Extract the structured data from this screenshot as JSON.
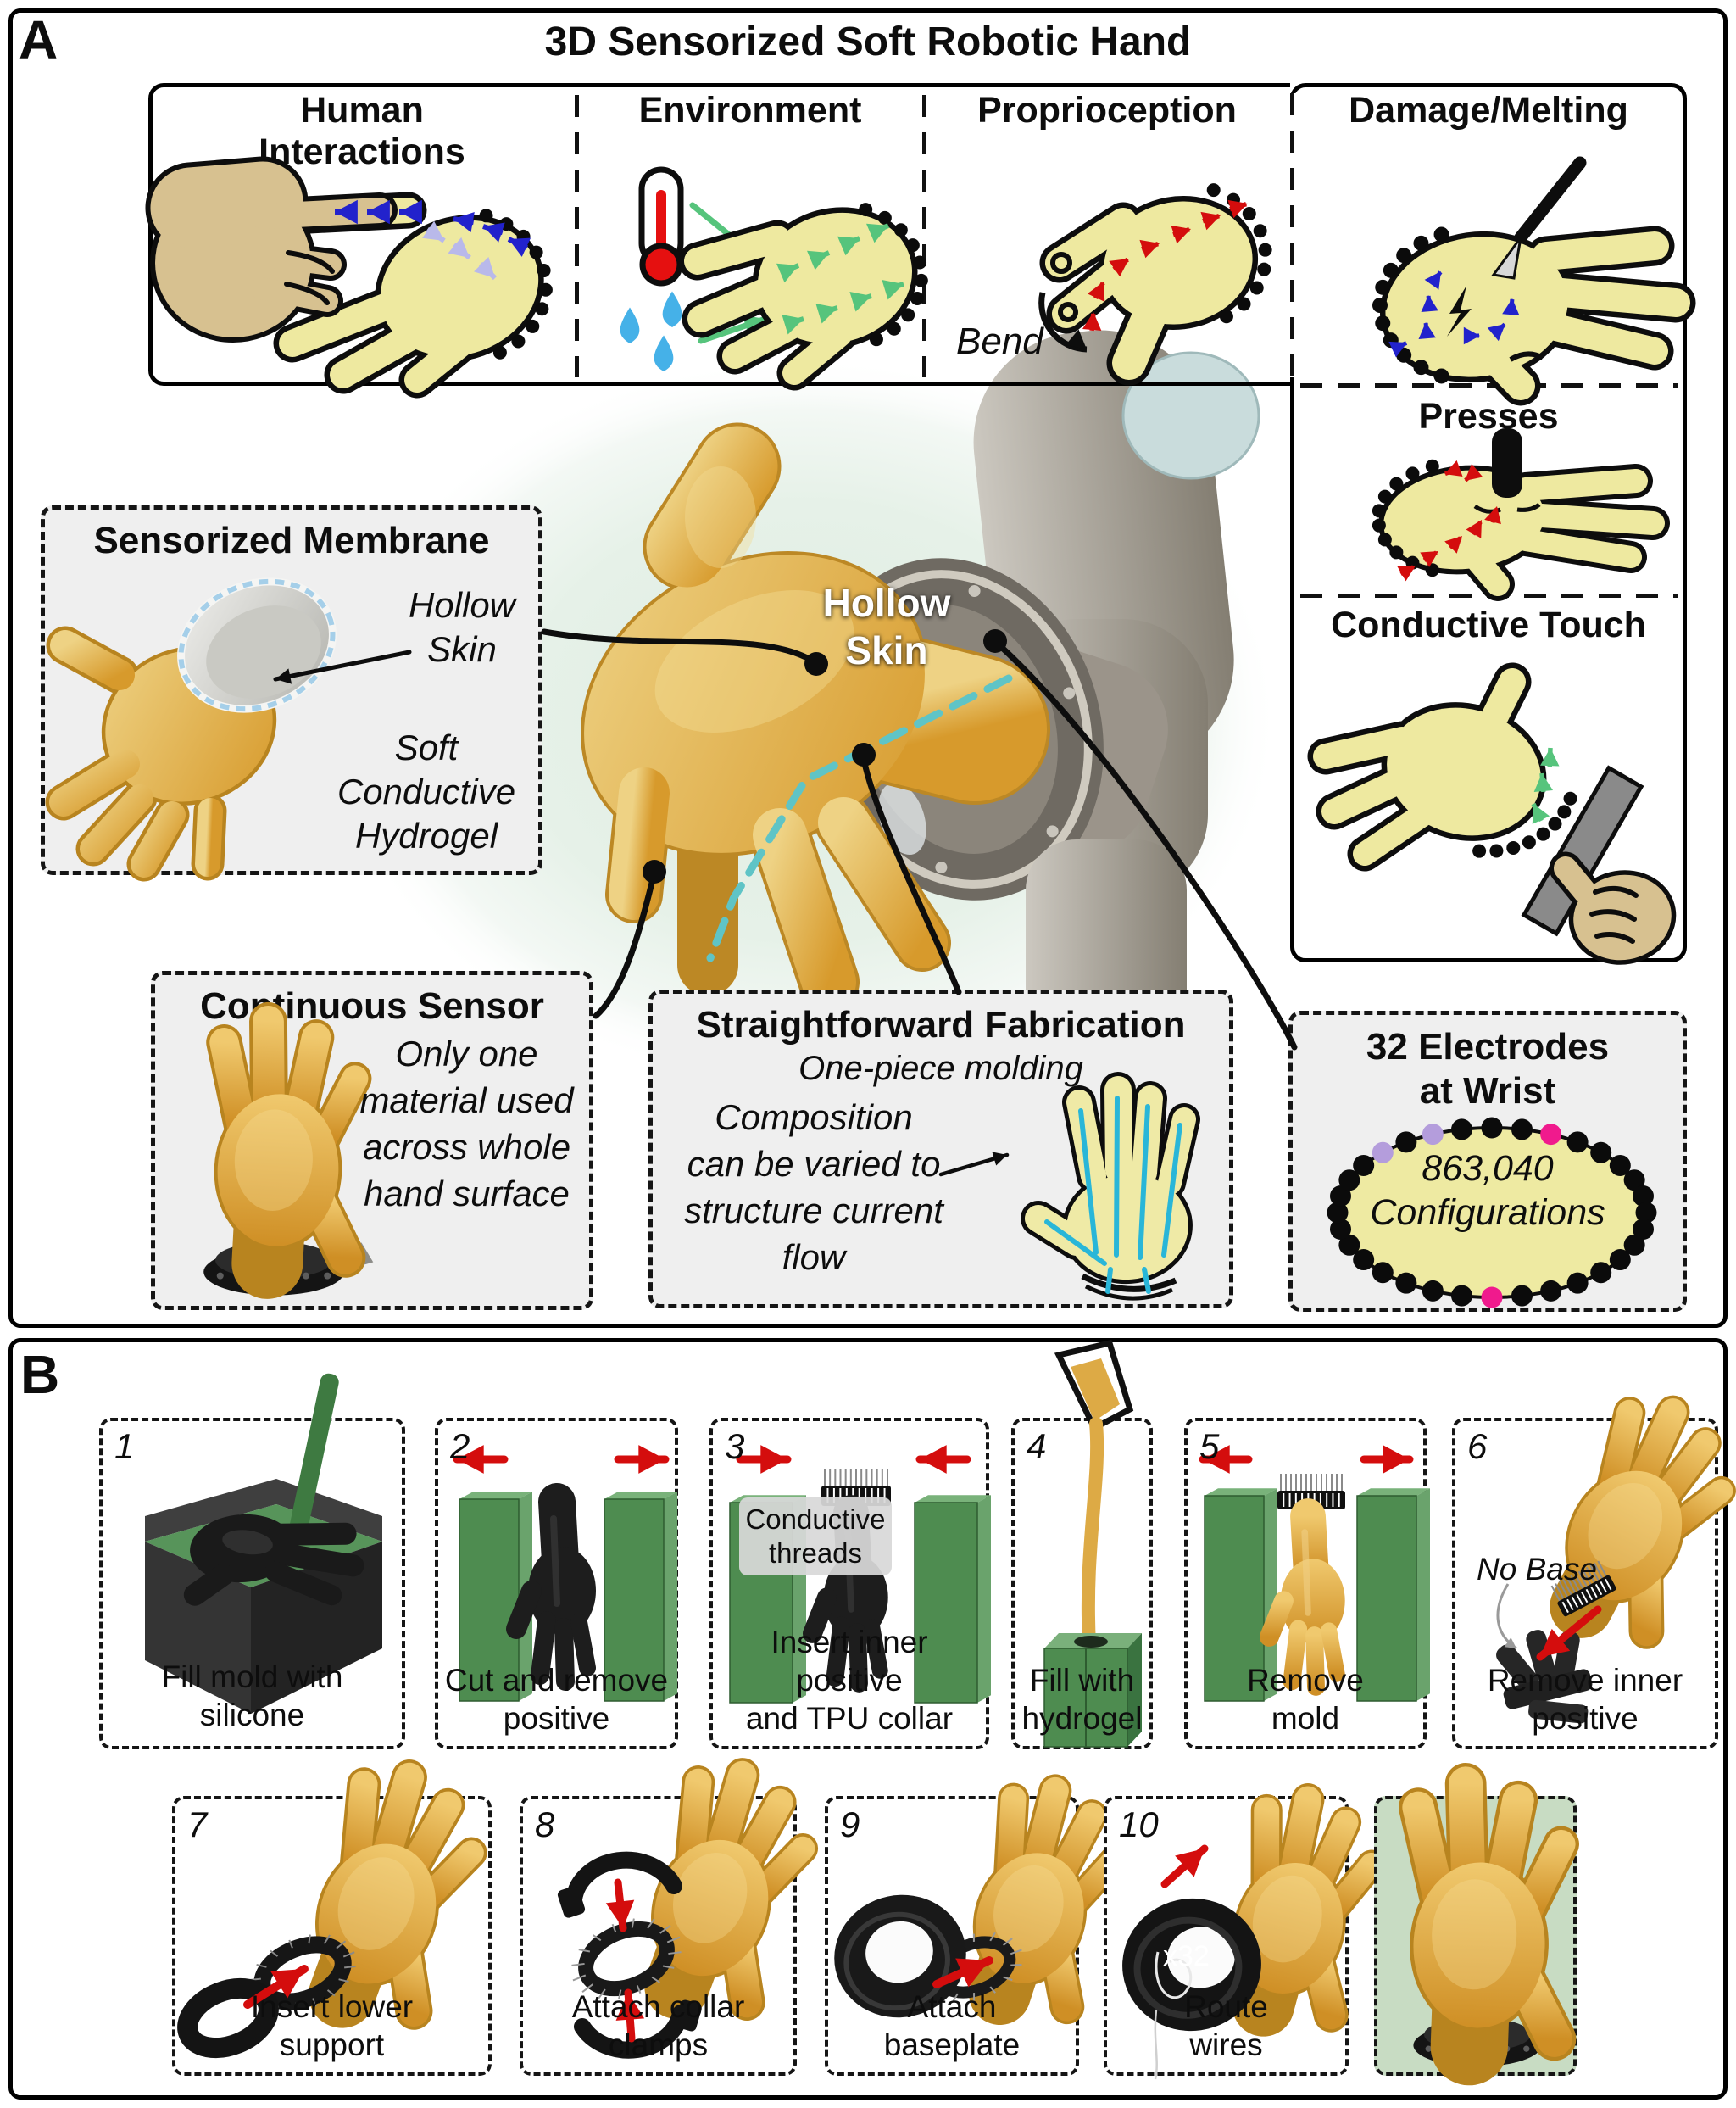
{
  "panel_a": {
    "label": "A",
    "title": "3D Sensorized Soft Robotic Hand",
    "sections": {
      "human_interactions": "Human Interactions",
      "environment": "Environment",
      "proprioception": "Proprioception",
      "damage_melting": "Damage/Melting",
      "presses": "Presses",
      "conductive_touch": "Conductive Touch"
    },
    "bend_label": "Bend",
    "photo_label": "Hollow\nSkin",
    "sensorized_membrane": {
      "title": "Sensorized Membrane",
      "hollow_skin": "Hollow\nSkin",
      "hydrogel": "Soft\nConductive\nHydrogel"
    },
    "continuous_sensor": {
      "title": "Continuous Sensor",
      "body": "Only one\nmaterial used\nacross whole\nhand surface"
    },
    "fabrication": {
      "title": "Straightforward Fabrication",
      "subtitle": "One-piece molding",
      "body": "Composition\ncan be varied to\nstructure current\nflow"
    },
    "electrodes": {
      "title": "32 Electrodes\nat Wrist",
      "body": "863,040\nConfigurations"
    }
  },
  "panel_b": {
    "label": "B",
    "annotations": {
      "conductive_threads": "Conductive\nthreads",
      "no_base": "No Base",
      "x32": "x32"
    },
    "steps": [
      {
        "num": "1",
        "caption": "Fill mold with\nsilicone"
      },
      {
        "num": "2",
        "caption": "Cut and remove\npositive"
      },
      {
        "num": "3",
        "caption": "Insert inner positive\nand TPU collar"
      },
      {
        "num": "4",
        "caption": "Fill with\nhydrogel"
      },
      {
        "num": "5",
        "caption": "Remove\nmold"
      },
      {
        "num": "6",
        "caption": "Remove inner\npositive"
      },
      {
        "num": "7",
        "caption": "Insert lower\nsupport"
      },
      {
        "num": "8",
        "caption": "Attach collar\nclamps"
      },
      {
        "num": "9",
        "caption": "Attach\nbaseplate"
      },
      {
        "num": "10",
        "caption": "Route\nwires"
      }
    ]
  },
  "colors": {
    "hand_yellow": "#eee9a0",
    "hand_amber": "#e2a93e",
    "human_tan": "#d7c190",
    "mold_green": "#4e8c50",
    "arrow_red": "#d40d0d",
    "arrow_blue": "#2222cc",
    "arrow_blue_light": "#b9b9ea",
    "arrow_green": "#56c47c",
    "teal_dash": "#5fc4c6",
    "water_blue": "#45b1e8",
    "box_gray": "#efefef",
    "final_bg": "#c8dcc3",
    "electrode_black": "#0b0b0b",
    "electrode_purple": "#b49ddc",
    "electrode_pink": "#f01a8d",
    "ellipse_yellow": "#eeeaa2"
  }
}
